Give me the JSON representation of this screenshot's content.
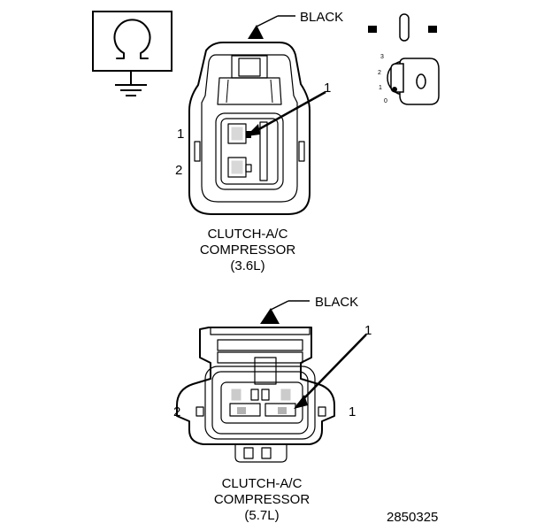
{
  "connector_36": {
    "color_label": "BLACK",
    "pin_label": "1",
    "cavity_1": "1",
    "cavity_2": "2",
    "name_line1": "CLUTCH-A/C",
    "name_line2": "COMPRESSOR",
    "name_line3": "(3.6L)"
  },
  "connector_57": {
    "color_label": "BLACK",
    "pin_label": "1",
    "cavity_2": "2",
    "cavity_1": "1",
    "name_line1": "CLUTCH-A/C",
    "name_line2": "COMPRESSOR",
    "name_line3": "(5.7L)"
  },
  "ignition_key": {
    "pos_3": "3",
    "pos_2": "2",
    "pos_1": "1",
    "pos_0": "0"
  },
  "figure_number": "2850325",
  "icons": {
    "ground_symbol": "ohm-ground-icon",
    "ignition_symbol": "ignition-key-icon"
  }
}
